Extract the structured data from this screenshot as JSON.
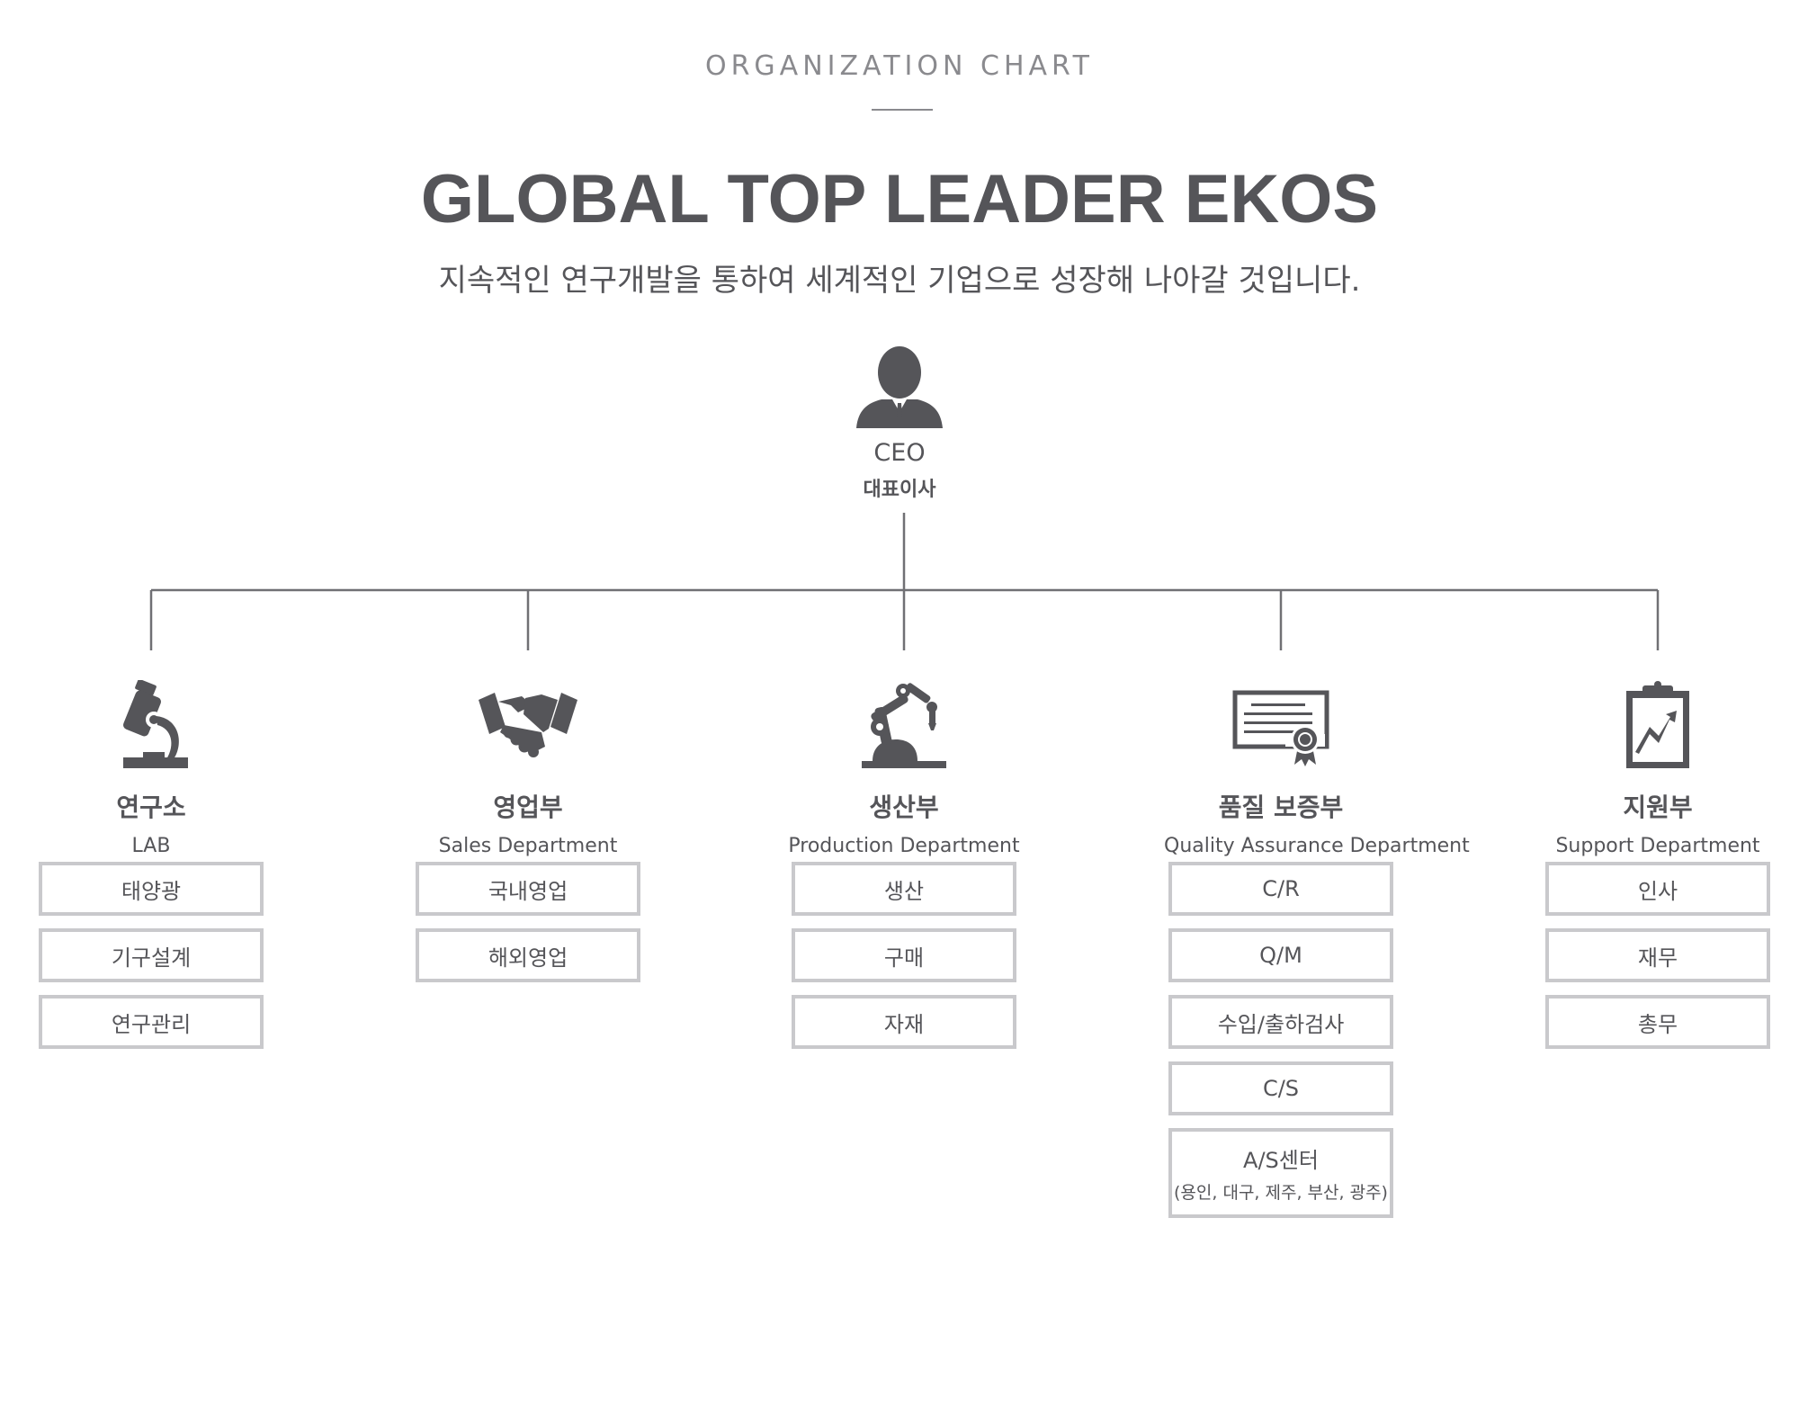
{
  "header": {
    "eyebrow": "ORGANIZATION CHART",
    "title": "GLOBAL TOP LEADER EKOS",
    "subtitle": "지속적인 연구개발을 통하여 세계적인 기업으로 성장해 나아갈 것입니다."
  },
  "ceo": {
    "title_en": "CEO",
    "title_ko": "대표이사",
    "icon": "ceo-person-icon"
  },
  "colors": {
    "text": "#555559",
    "line": "#707074",
    "box_border": "#c9c9cc",
    "eyebrow": "#8a8a8e"
  },
  "departments": [
    {
      "name_ko": "연구소",
      "name_en": "LAB",
      "icon": "microscope-icon",
      "teams": [
        "태양광",
        "기구설계",
        "연구관리"
      ]
    },
    {
      "name_ko": "영업부",
      "name_en": "Sales Department",
      "icon": "handshake-icon",
      "teams": [
        "국내영업",
        "해외영업"
      ]
    },
    {
      "name_ko": "생산부",
      "name_en": "Production Department",
      "icon": "robot-arm-icon",
      "teams": [
        "생산",
        "구매",
        "자재"
      ]
    },
    {
      "name_ko": "품질 보증부",
      "name_en": "Quality Assurance Department",
      "icon": "certificate-icon",
      "teams": [
        "C/R",
        "Q/M",
        "수입/출하검사",
        "C/S"
      ],
      "extra_team": {
        "label": "A/S센터",
        "sub": "(용인, 대구, 제주, 부산, 광주)"
      }
    },
    {
      "name_ko": "지원부",
      "name_en": "Support Department",
      "icon": "clipboard-chart-icon",
      "teams": [
        "인사",
        "재무",
        "총무"
      ]
    }
  ]
}
